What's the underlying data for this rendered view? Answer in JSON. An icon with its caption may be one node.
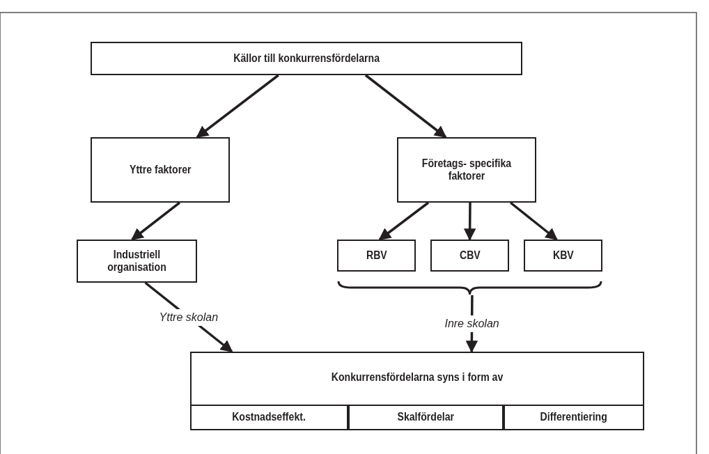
{
  "diagram": {
    "nodes": [
      {
        "text": [
          "Källor till konkurrensfördelarna"
        ]
      },
      {
        "text": [
          "Yttre faktorer"
        ]
      },
      {
        "text": [
          "Företags- specifika faktorer"
        ]
      },
      {
        "text": [
          "Industriell organisation"
        ]
      },
      {
        "text": [
          "RBV"
        ]
      },
      {
        "text": [
          "CBV"
        ]
      },
      {
        "text": [
          "KBV"
        ]
      },
      {
        "text": [],
        "shape": "brace"
      },
      {
        "text": [
          "Konkurrensfördelarna syns i form av"
        ]
      },
      {
        "text": [
          "Kostnadseffekt."
        ],
        "in": 8
      },
      {
        "text": [
          "Skalfördelar"
        ],
        "in": 8
      },
      {
        "text": [
          "Differentiering"
        ],
        "in": 8
      }
    ],
    "edges": [
      {
        "from": 0,
        "to": 1,
        "arrow": "to"
      },
      {
        "from": 0,
        "to": 2,
        "arrow": "to"
      },
      {
        "from": 1,
        "to": 3,
        "arrow": "to"
      },
      {
        "from": 2,
        "to": 4,
        "arrow": "to"
      },
      {
        "from": 2,
        "to": 5,
        "arrow": "to"
      },
      {
        "from": 2,
        "to": 6,
        "arrow": "to"
      },
      {
        "from": 3,
        "to": 8,
        "arrow": "to",
        "label": "Yttre skolan"
      },
      {
        "from": 7,
        "to": 8,
        "arrow": "to",
        "label": "Inre skolan"
      }
    ]
  }
}
